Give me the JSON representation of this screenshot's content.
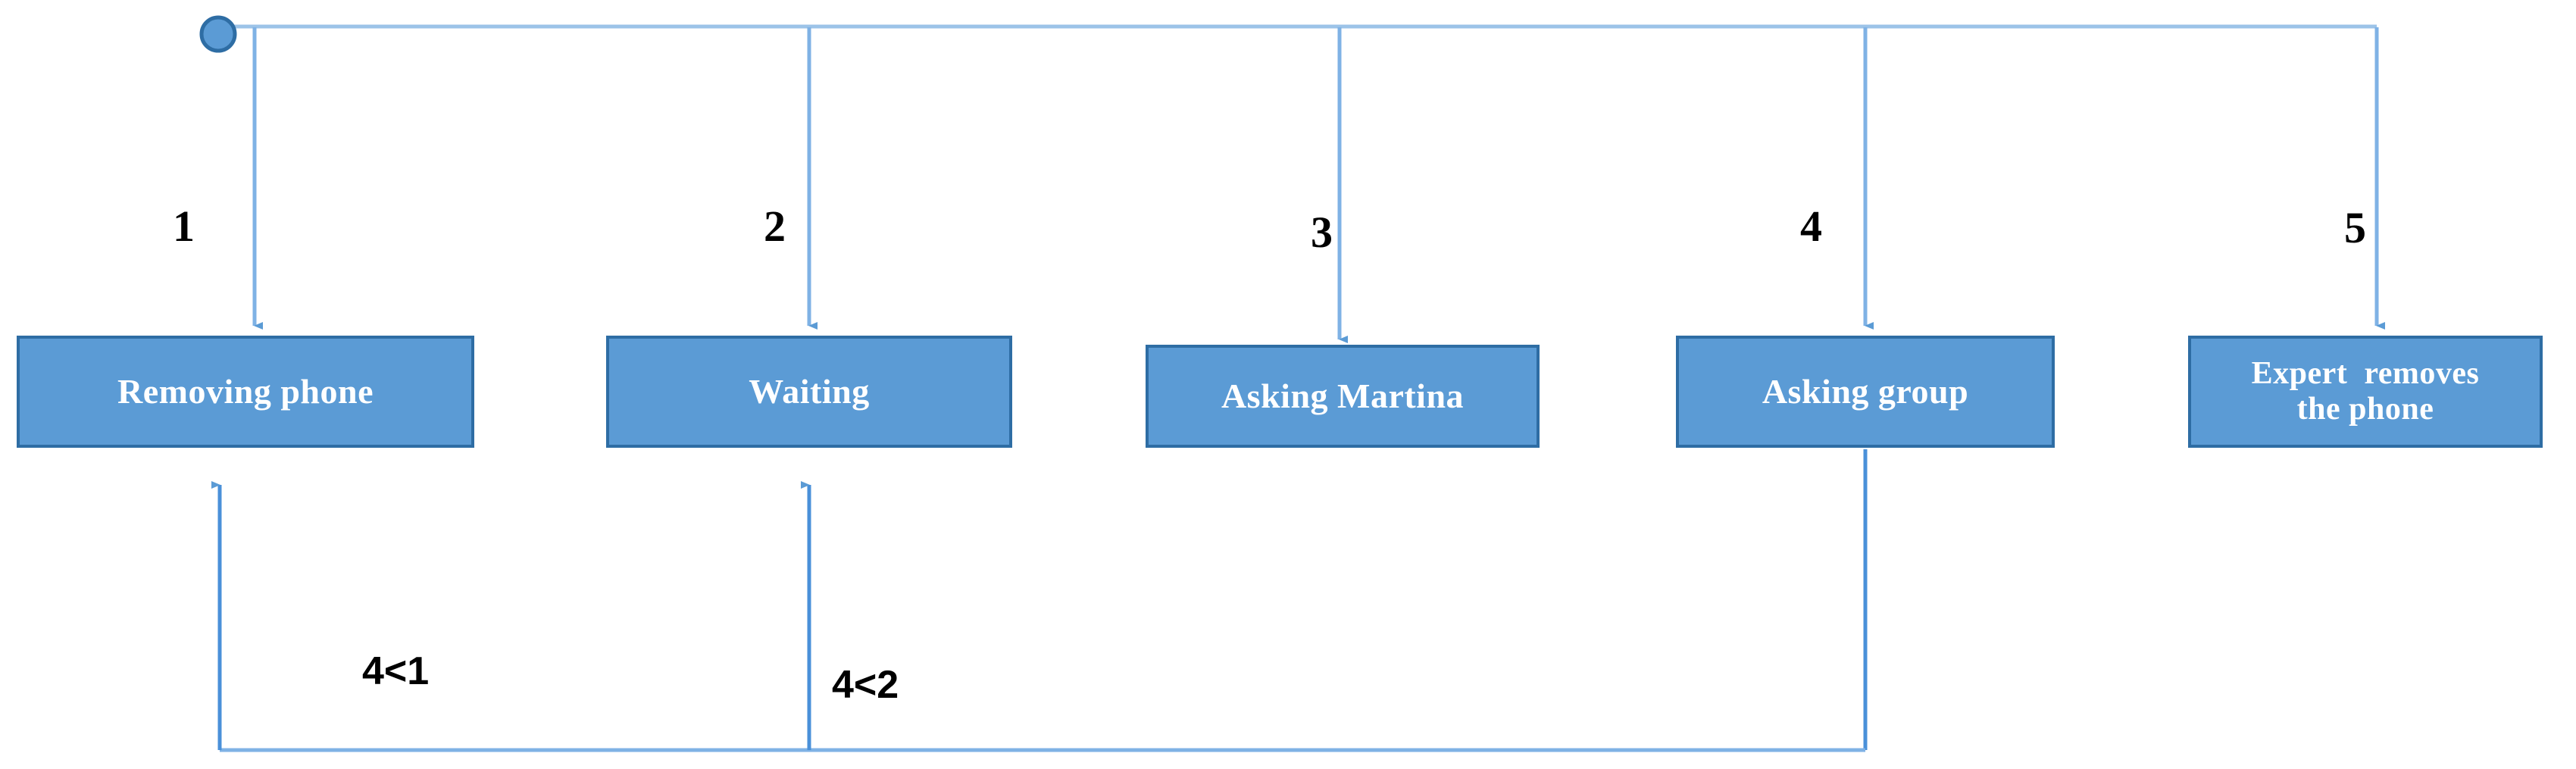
{
  "diagram": {
    "type": "flowchart",
    "start_node": {
      "shape": "circle",
      "fill": "#5B9BD5",
      "stroke": "#2E6DA4"
    },
    "colors": {
      "box_fill": "#5B9BD5",
      "box_border": "#2E6DA4",
      "box_text": "#FFFFFF",
      "connector": "#7FB2E5",
      "label_text": "#000000",
      "background": "#FFFFFF"
    },
    "nodes": [
      {
        "number": "1",
        "label": "Removing phone",
        "lines": [
          "Removing phone"
        ]
      },
      {
        "number": "2",
        "label": "Waiting",
        "lines": [
          "Waiting"
        ]
      },
      {
        "number": "3",
        "label": "Asking Martina",
        "lines": [
          "Asking Martina"
        ]
      },
      {
        "number": "4",
        "label": "Asking group",
        "lines": [
          "Asking group"
        ]
      },
      {
        "number": "5",
        "label": "Expert  removes the phone",
        "lines": [
          "Expert  removes",
          "the phone"
        ]
      }
    ],
    "feedback_loops": [
      {
        "label": "4<1",
        "from": "Asking group",
        "to": "Removing phone"
      },
      {
        "label": "4<2",
        "from": "Asking group",
        "to": "Waiting"
      }
    ]
  }
}
